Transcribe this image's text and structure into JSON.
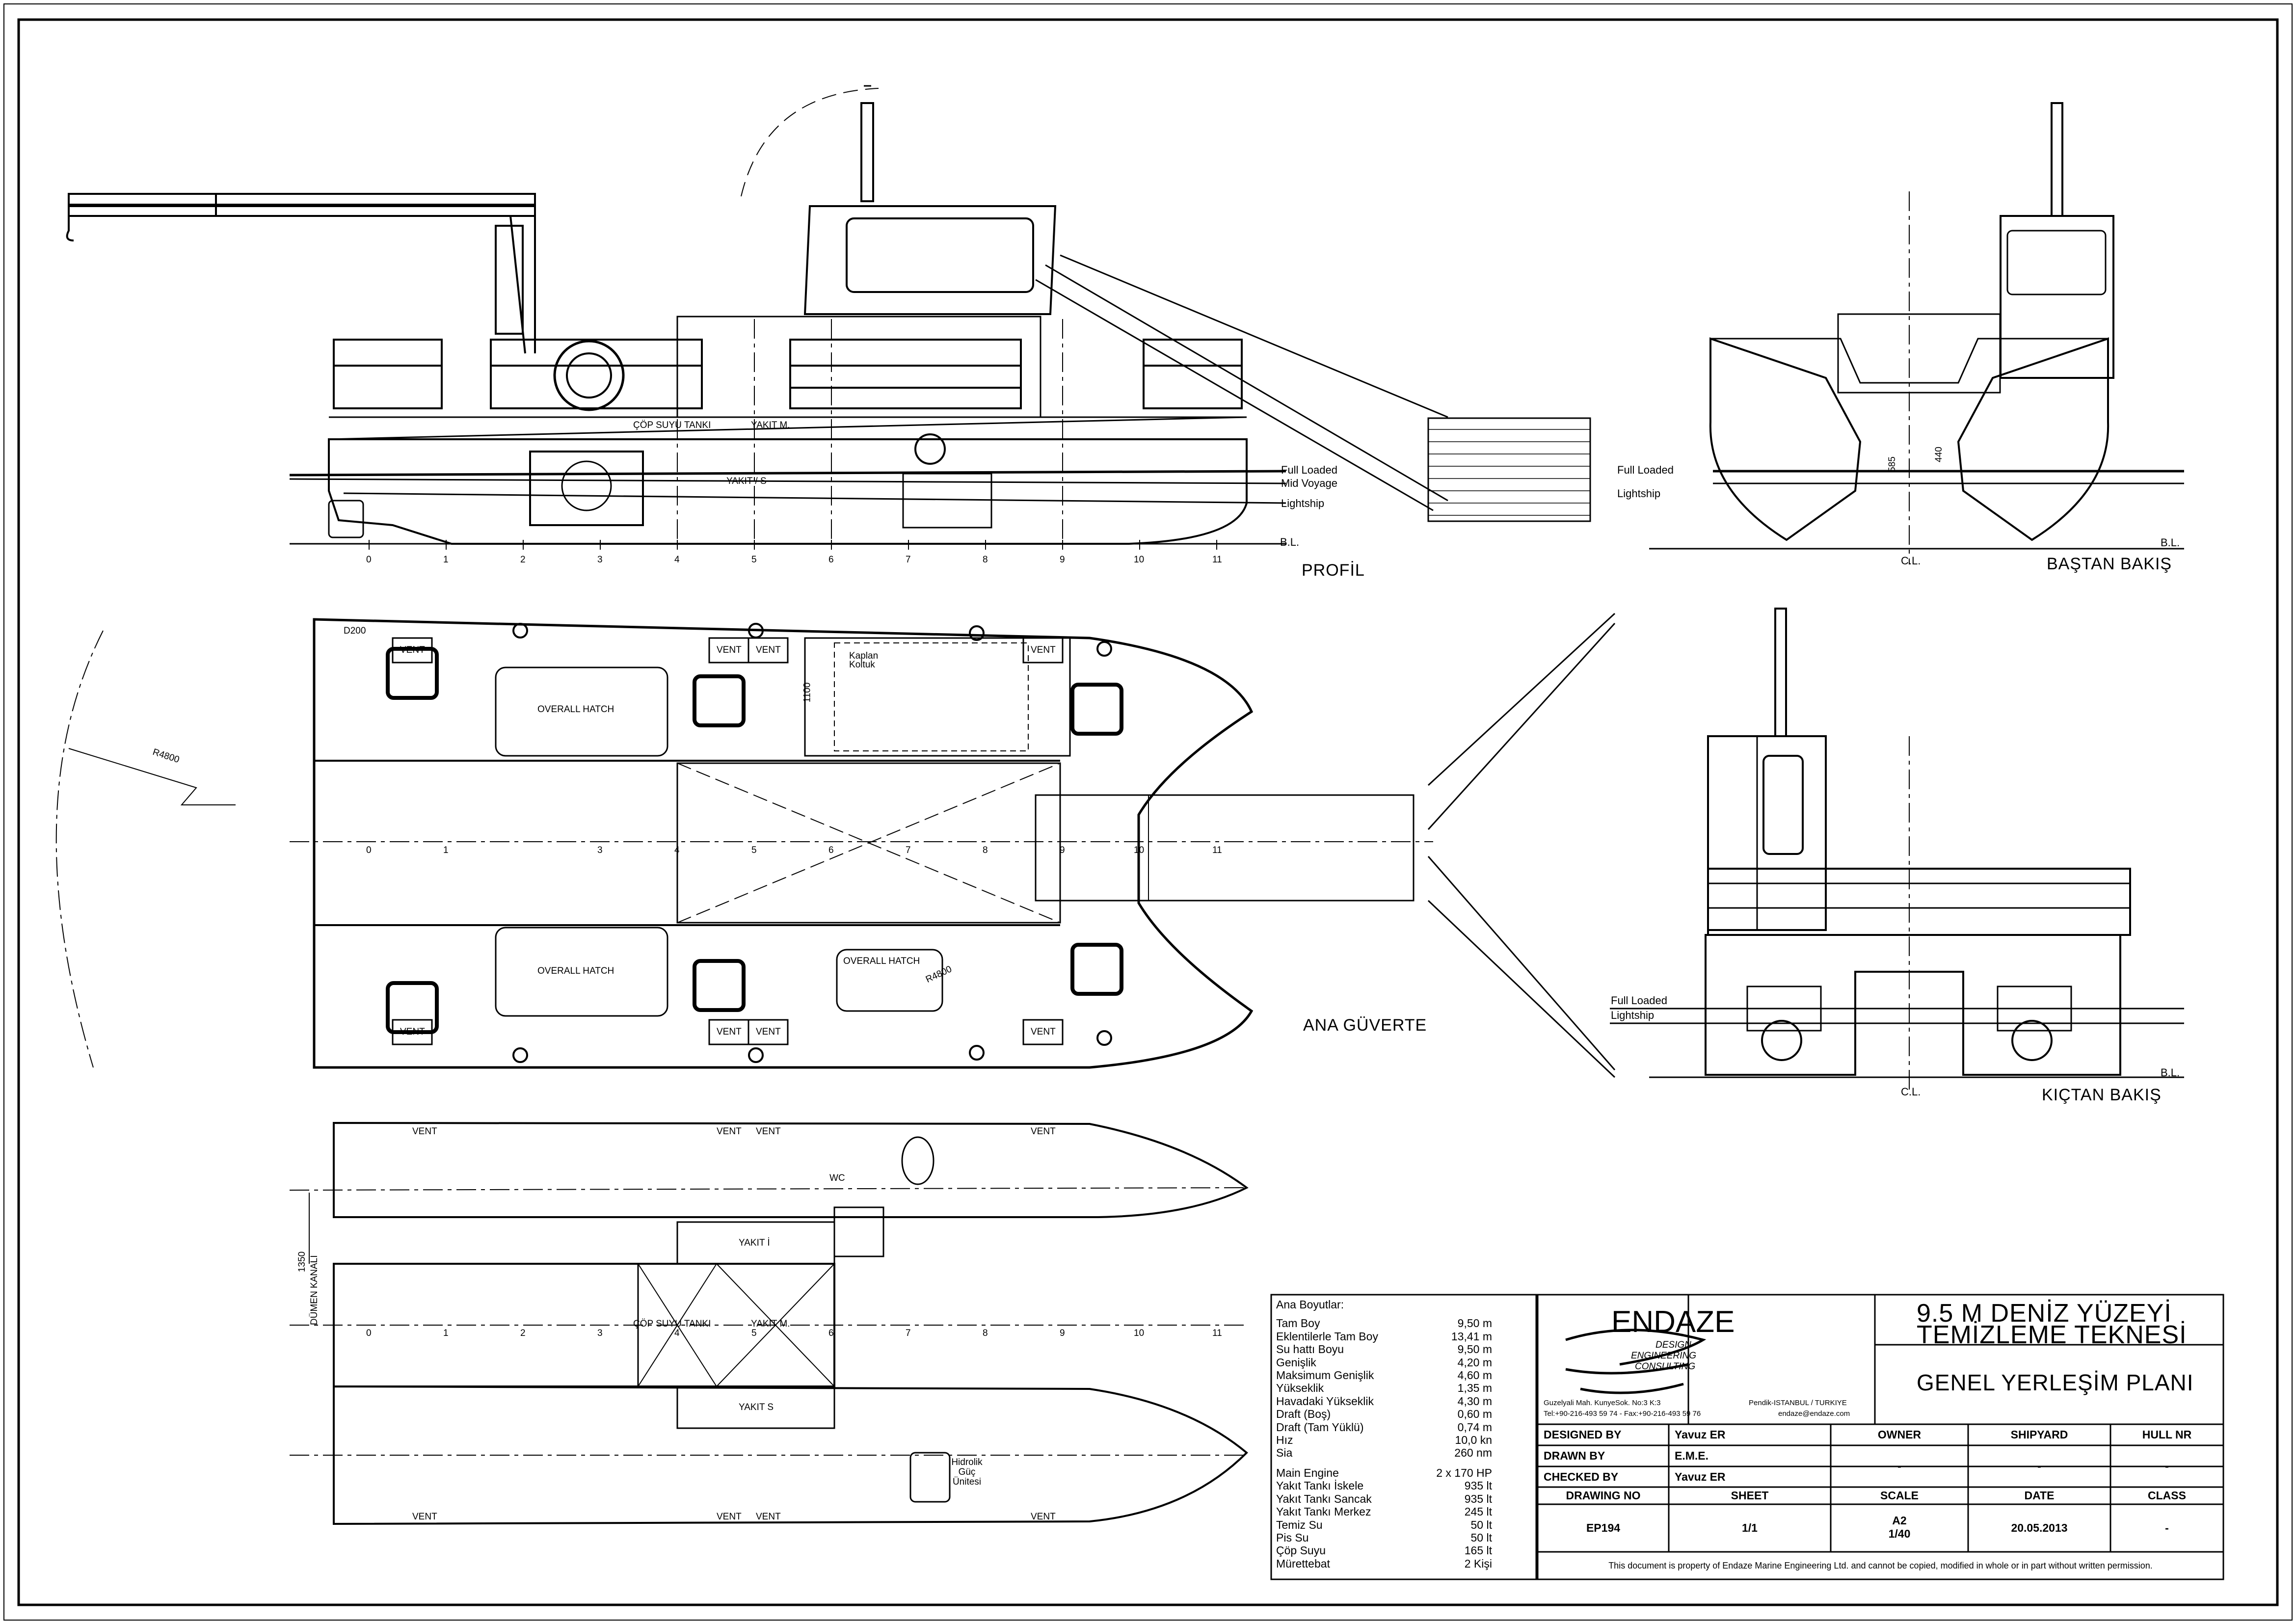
{
  "views": {
    "profile": {
      "title": "PROFİL",
      "full_loaded": "Full Loaded",
      "mid_voyage": "Mid Voyage",
      "lightship": "Lightship",
      "bl": "B.L.",
      "cop_suyu_tanki": "ÇÖP SUYU TANKI",
      "yakit_m": "YAKIT M.",
      "yakit_s": "YAKIT / S",
      "frames": [
        "0",
        "1",
        "2",
        "3",
        "4",
        "5",
        "6",
        "7",
        "8",
        "9",
        "10",
        "11"
      ]
    },
    "bow_view": {
      "title": "BAŞTAN BAKIŞ",
      "full_loaded": "Full Loaded",
      "lightship": "Lightship",
      "cl": "C.L.",
      "bl": "B.L.",
      "dim_585": "585",
      "dim_440": "440"
    },
    "stern_view": {
      "title": "KIÇTAN BAKIŞ",
      "full_loaded": "Full Loaded",
      "lightship": "Lightship",
      "cl": "C.L.",
      "bl": "B.L."
    },
    "main_deck": {
      "title": "ANA GÜVERTE",
      "d200": "D200",
      "overall_hatch": "OVERALL HATCH",
      "vent": "VENT",
      "r4800": "R4800",
      "dim_1100": "1100",
      "kaplan_koltuk": "Kaplan Koltuk",
      "frames": [
        "0",
        "1",
        "3",
        "4",
        "5",
        "6",
        "7",
        "8",
        "9",
        "10",
        "11"
      ]
    },
    "lower_deck": {
      "wc": "WC",
      "vent": "VENT",
      "dim_1350": "1350",
      "cop_suyu_tanki": "ÇÖP SUYU TANKI",
      "yakit_m": "YAKIT M.",
      "yakit_i": "YAKIT İ",
      "yakit_s": "YAKIT S",
      "duman_kanali": "DÜMEN KANALI",
      "hidrolik": "Hidrolik Güç Ünitesi",
      "frames": [
        "0",
        "1",
        "2",
        "3",
        "4",
        "5",
        "6",
        "7",
        "8",
        "9",
        "10",
        "11"
      ]
    }
  },
  "dimensions": {
    "header": "Ana Boyutlar:",
    "rows1": [
      [
        "Tam Boy",
        "9,50 m"
      ],
      [
        "Eklentilerle Tam Boy",
        "13,41 m"
      ],
      [
        "Su hattı Boyu",
        "9,50 m"
      ],
      [
        "Genişlik",
        "4,20 m"
      ],
      [
        "Maksimum Genişlik",
        "4,60 m"
      ],
      [
        "Yükseklik",
        "1,35 m"
      ],
      [
        "Havadaki Yükseklik",
        "4,30 m"
      ],
      [
        "Draft (Boş)",
        "0,60 m"
      ],
      [
        "Draft (Tam Yüklü)",
        "0,74 m"
      ],
      [
        "Hız",
        "10,0 kn"
      ],
      [
        "Sia",
        "260 nm"
      ]
    ],
    "rows2": [
      [
        "Main Engine",
        "2 x 170 HP"
      ],
      [
        "Yakıt Tankı İskele",
        "935 lt"
      ],
      [
        "Yakıt Tankı Sancak",
        "935 lt"
      ],
      [
        "Yakıt Tankı Merkez",
        "245 lt"
      ],
      [
        "Temiz Su",
        "50 lt"
      ],
      [
        "Pis Su",
        "50 lt"
      ],
      [
        "Çöp Suyu",
        "165 lt"
      ],
      [
        "Mürettebat",
        "2 Kişi"
      ]
    ]
  },
  "title_block": {
    "company": "ENDAZE",
    "tagline": [
      "DESIGN",
      "ENGINEERING",
      "CONSULTING"
    ],
    "address1": "Guzelyali Mah. KunyeSok. No:3 K:3",
    "address2": "Pendik-ISTANBUL / TURKIYE",
    "phone": "Tel:+90-216-493 59 74 - Fax:+90-216-493 59 76",
    "email": "endaze@endaze.com",
    "project_title_1": "9.5 M DENİZ YÜZEYİ",
    "project_title_2": "TEMİZLEME TEKNESİ",
    "drawing_title": "GENEL YERLEŞİM PLANI",
    "designed_by_label": "DESIGNED BY",
    "designed_by": "Yavuz ER",
    "drawn_by_label": "DRAWN BY",
    "drawn_by": "E.M.E.",
    "checked_by_label": "CHECKED BY",
    "checked_by": "Yavuz ER",
    "owner_label": "OWNER",
    "owner": "-",
    "shipyard_label": "SHIPYARD",
    "shipyard": "-",
    "hull_label": "HULL NR",
    "hull": "-",
    "drawing_no_label": "DRAWING NO",
    "drawing_no": "EP194",
    "sheet_label": "SHEET",
    "sheet": "1/1",
    "scale_label": "SCALE",
    "scale_1": "A2",
    "scale_2": "1/40",
    "date_label": "DATE",
    "date": "20.05.2013",
    "class_label": "CLASS",
    "class": "-",
    "disclaimer": "This document is property of  Endaze Marine Engineering Ltd. and cannot be copied, modified in whole or in part without written permission."
  }
}
